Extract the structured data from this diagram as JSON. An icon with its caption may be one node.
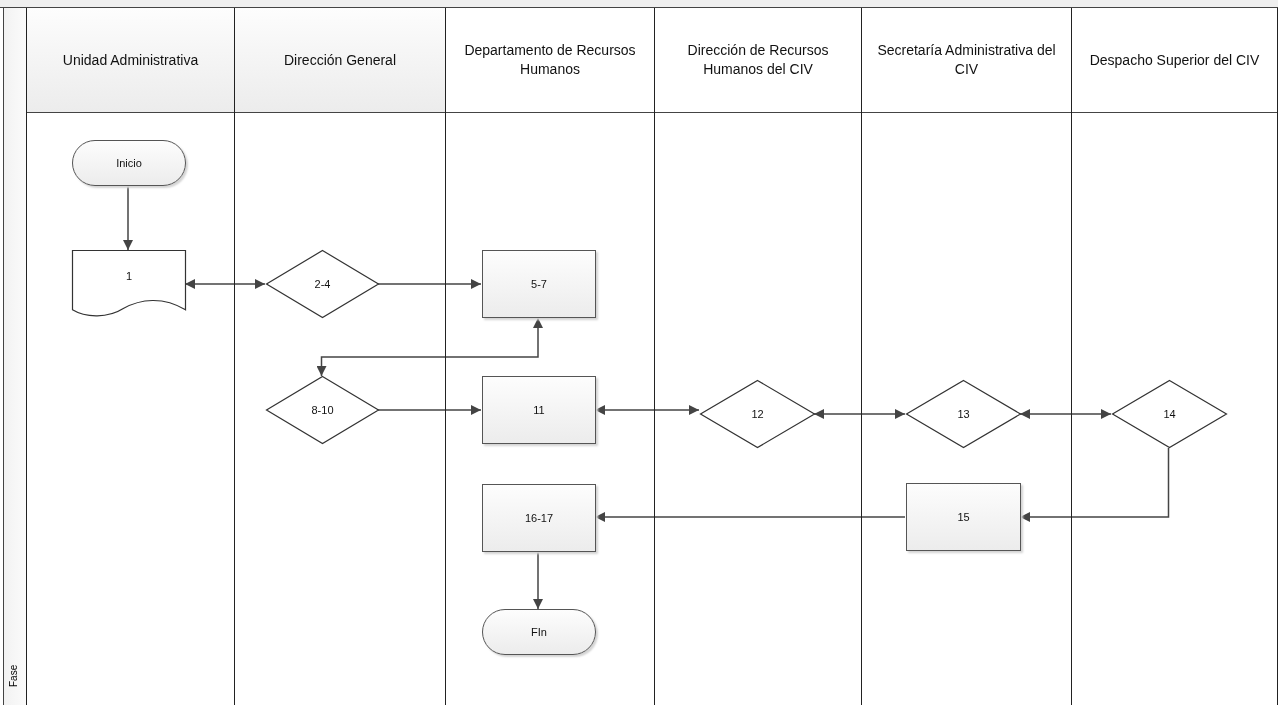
{
  "diagram": {
    "nodes": [
      {
        "text": [
          "Fase"
        ]
      },
      {
        "text": [
          "Unidad Administrativa"
        ]
      },
      {
        "text": [
          "Dirección General"
        ]
      },
      {
        "text": [
          "Departamento de Recursos Humanos"
        ]
      },
      {
        "text": [
          "Dirección de Recursos Humanos del CIV"
        ]
      },
      {
        "text": [
          "Secretaría Administrativa del CIV"
        ]
      },
      {
        "text": [
          "Despacho Superior del CIV"
        ]
      },
      {
        "text": [
          "Inicio"
        ],
        "in": 1
      },
      {
        "text": [
          "1"
        ],
        "in": 1
      },
      {
        "text": [
          "2-4"
        ],
        "in": 2
      },
      {
        "text": [
          "5-7"
        ],
        "in": 3
      },
      {
        "text": [
          "8-10"
        ],
        "in": 2
      },
      {
        "text": [
          "11"
        ],
        "in": 3
      },
      {
        "text": [
          "12"
        ],
        "in": 4
      },
      {
        "text": [
          "13"
        ],
        "in": 5
      },
      {
        "text": [
          "14"
        ],
        "in": 6
      },
      {
        "text": [
          "15"
        ],
        "in": 5
      },
      {
        "text": [
          "16-17"
        ],
        "in": 3
      },
      {
        "text": [
          "FIn"
        ],
        "in": 3
      }
    ],
    "edges": [
      {
        "from": 7,
        "to": 8,
        "arrow": "to"
      },
      {
        "from": 8,
        "to": 9,
        "arrow": "both"
      },
      {
        "from": 9,
        "to": 10,
        "arrow": "to"
      },
      {
        "from": 11,
        "to": 10,
        "arrow": "both"
      },
      {
        "from": 11,
        "to": 12,
        "arrow": "to"
      },
      {
        "from": 12,
        "to": 13,
        "arrow": "both"
      },
      {
        "from": 13,
        "to": 14,
        "arrow": "both"
      },
      {
        "from": 14,
        "to": 15,
        "arrow": "both"
      },
      {
        "from": 15,
        "to": 16,
        "arrow": "to"
      },
      {
        "from": 16,
        "to": 17,
        "arrow": "to"
      },
      {
        "from": 17,
        "to": 18,
        "arrow": "to"
      }
    ]
  }
}
